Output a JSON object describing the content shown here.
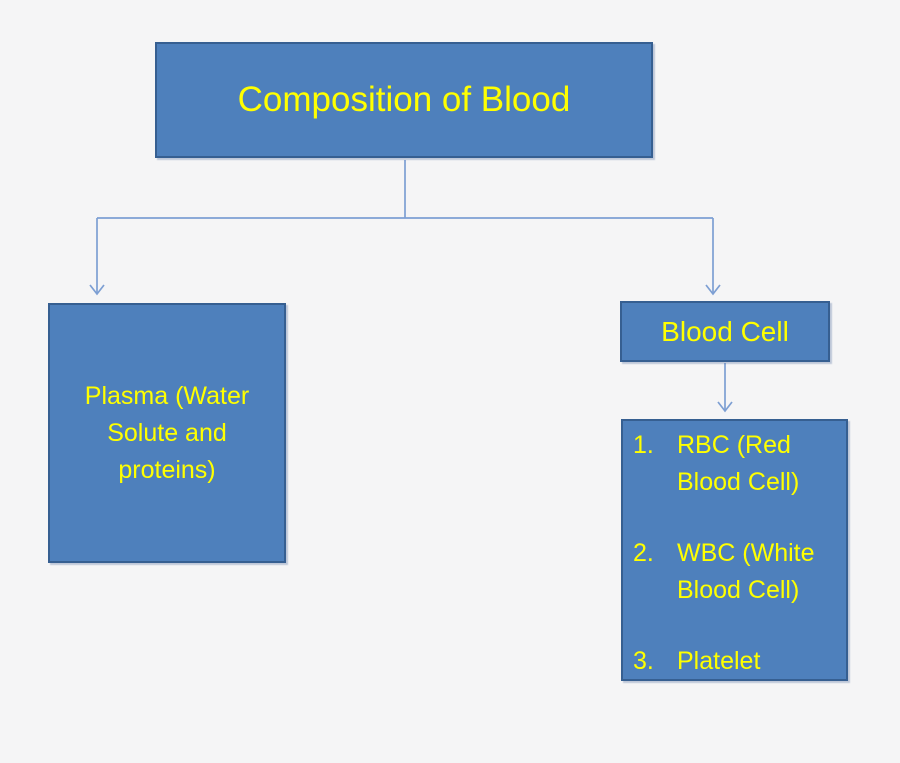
{
  "colors": {
    "background": "#f5f5f6",
    "box_fill": "#4e80bc",
    "box_border": "#365f91",
    "text_color": "#ffff00",
    "connector": "#7d9fd3"
  },
  "diagram": {
    "title": "Composition of Blood",
    "plasma_label": "Plasma (Water Solute and proteins)",
    "blood_cell_label": "Blood Cell",
    "blood_cell_types": [
      {
        "number": "1.",
        "text": "RBC (Red Blood Cell)"
      },
      {
        "number": "2.",
        "text": "WBC (White Blood Cell)"
      },
      {
        "number": "3.",
        "text": "Platelet"
      }
    ]
  }
}
